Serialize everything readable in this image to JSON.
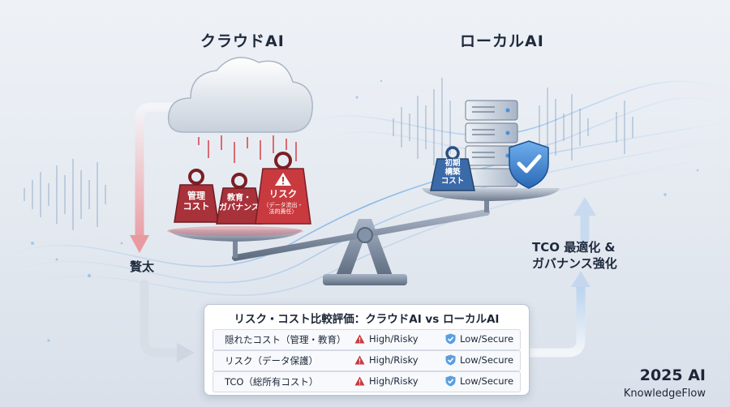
{
  "left_title": "クラウドAI",
  "right_title": "ローカルAI",
  "left_weights": [
    {
      "label": "管理\nコスト"
    },
    {
      "label": "教育・\nガバナンス"
    },
    {
      "label": "リスク",
      "sub": "（データ流出・\n法的責任）"
    }
  ],
  "right_weight": {
    "label": "初期\n構築\nコスト"
  },
  "left_side_label": "贅太",
  "right_side_label": "TCO 最適化 &\nガバナンス強化",
  "table": {
    "title": "リスク・コスト比較評価：クラウドAI vs ローカルAI",
    "rows": [
      {
        "label": "隠れたコスト（管理・教育）",
        "cloud": "High/Risky",
        "local": "Low/Secure"
      },
      {
        "label": "リスク（データ保護）",
        "cloud": "High/Risky",
        "local": "Low/Secure"
      },
      {
        "label": "TCO（総所有コスト）",
        "cloud": "High/Risky",
        "local": "Low/Secure"
      }
    ]
  },
  "brand": {
    "year": "2025 AI",
    "name": "KnowledgeFlow"
  },
  "colors": {
    "risk_red": "#c93a3f",
    "secure_blue": "#3f82c8",
    "arrow_pink": "#e89aa0",
    "arrow_blue": "#a9c6e6"
  }
}
